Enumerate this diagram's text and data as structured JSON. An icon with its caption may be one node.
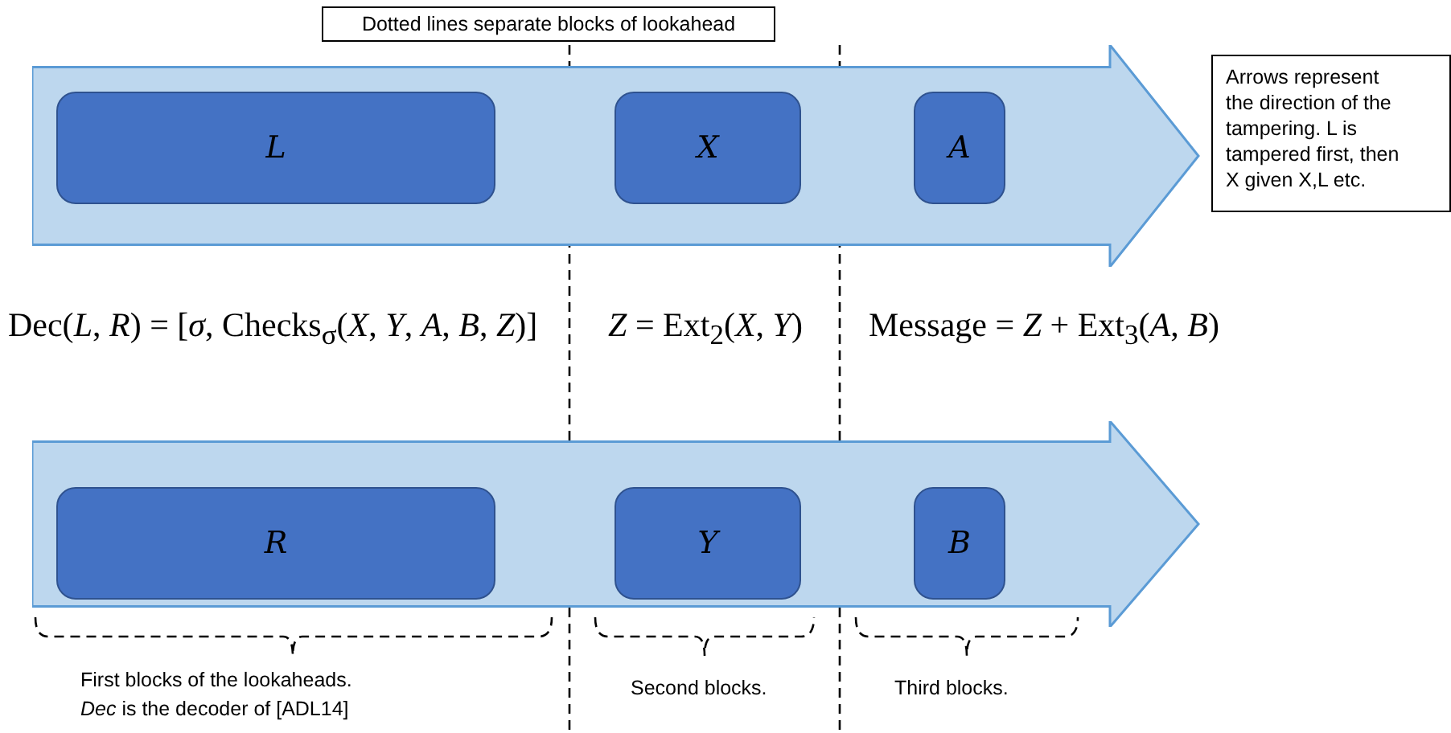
{
  "diagram": {
    "nodes": [
      {
        "text": [],
        "shape": "arrow"
      },
      {
        "text": [
          "L"
        ],
        "in": 0
      },
      {
        "text": [
          "X"
        ],
        "in": 0
      },
      {
        "text": [
          "A"
        ],
        "in": 0
      },
      {
        "text": [],
        "shape": "arrow"
      },
      {
        "text": [
          "R"
        ],
        "in": 4
      },
      {
        "text": [
          "Y"
        ],
        "in": 4
      },
      {
        "text": [
          "B"
        ],
        "in": 4
      },
      {
        "text": [
          "Arrows represent the direction of the tampering. L is tampered first, then X given X,L etc."
        ]
      },
      {
        "text": [
          "Dotted lines separate blocks of lookahead"
        ]
      }
    ],
    "labels": [
      "Dec(*L*, *R*) = [*σ*, Checks$_{σ}$(*X*, *Y*, *A*, *B*, *Z*)]",
      "*Z* = Ext$_{2}$(*X*, *Y*)",
      "Message = *Z* + Ext$_{3}$(*A*, *B*)",
      "First blocks of the lookaheads.",
      "*Dec* is the decoder of [ADL14]",
      "Second blocks.",
      "Third blocks."
    ]
  }
}
